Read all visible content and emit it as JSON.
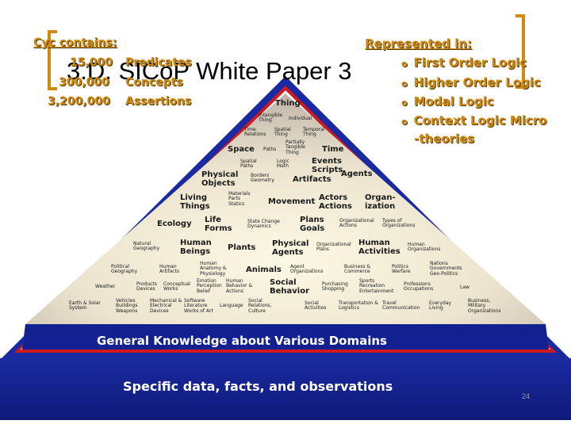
{
  "slide": {
    "title": "3.D. SICoP White Paper 3",
    "page_number": "24"
  },
  "cyc_contains": {
    "heading": "Cyc contains:",
    "rows": [
      {
        "number": "15,000",
        "label": "Predicates"
      },
      {
        "number": "300,000",
        "label": "Concepts"
      },
      {
        "number": "3,200,000",
        "label": "Assertions"
      }
    ]
  },
  "represented_in": {
    "heading": "Represented in:",
    "items": [
      {
        "line1": "First Order Logic",
        "line2": ""
      },
      {
        "line1": "Higher Order Logic",
        "line2": ""
      },
      {
        "line1": "Modal Logic",
        "line2": ""
      },
      {
        "line1": "Context Logic Micro",
        "line2": "-theories"
      }
    ]
  },
  "bands": {
    "general": "General Knowledge about Various Domains",
    "specific": "Specific data, facts, and observations"
  },
  "nodes": {
    "thing": "Thing",
    "intangible_thing": "Intangible Thing",
    "individual": "Individual",
    "time_relations": "Time Relations",
    "spatial_thing": "Spatial Thing",
    "temporal_thing": "Temporal Thing",
    "space": "Space",
    "paths": "Paths",
    "partially_tangible_thing": "Partially Tangible Thing",
    "time": "Time",
    "spatial_paths": "Spatial Paths",
    "logic_math": "Logic Math",
    "events_scripts": "Events Scripts",
    "physical_objects": "Physical Objects",
    "borders_geometry": "Borders Geometry",
    "artifacts": "Artifacts",
    "agents": "Agents",
    "living_things": "Living Things",
    "materials_parts_statics": "Materials Parts Statics",
    "movement": "Movement",
    "actors_actions": "Actors Actions",
    "organization": "Organ- ization",
    "ecology": "Ecology",
    "life_forms": "Life Forms",
    "state_change_dynamics": "State Change Dynamics",
    "plans_goals": "Plans Goals",
    "organizational_actions": "Organizational Actions",
    "types_of_organizations": "Types of Organizations",
    "natural_geography": "Natural Geography",
    "human_beings": "Human Beings",
    "plants": "Plants",
    "physical_agents": "Physical Agents",
    "organizational_plans": "Organizational Plans",
    "human_activities": "Human Activities",
    "human_organizations": "Human Organizations",
    "political_geography": "Political Geography",
    "human_artifacts": "Human Artifacts",
    "human_anatomy": "Human Anatomy & Physiology",
    "animals": "Animals",
    "agent_organizations": "Agent Organizations",
    "business_commerce": "Business & Commerce",
    "politics_warfare": "Politics Warfare",
    "nations_governments": "Nations Governments Geo-Politics",
    "weather": "Weather",
    "products_devices": "Products Devices",
    "conceptual_works": "Conceptual Works",
    "emotion_perception_belief": "Emotion Perception Belief",
    "human_behavior_actions": "Human Behavior & Actions",
    "social_behavior": "Social Behavior",
    "purchasing_shopping": "Purchasing Shopping",
    "sports_recreation": "Sports Recreation Entertainment",
    "professions_occupations": "Professions Occupations",
    "law": "Law",
    "earth_solar": "Earth & Solar System",
    "vehicles_buildings_weapons": "Vehicles Buildings Weapons",
    "mechanical_devices": "Mechanical & Electrical Devices",
    "software_literature": "Software Literature Works of Art",
    "language": "Language",
    "social_relations_culture": "Social Relations, Culture",
    "social_activities": "Social Activities",
    "transportation_logistics": "Transportation & Logistics",
    "travel_communication": "Travel Communication",
    "everyday_living": "Everyday Living",
    "business_military_orgs": "Business, Military Organizations"
  },
  "colors": {
    "pyramid_center": "#fbf6e3",
    "pyramid_edge": "#c0b6a8",
    "red_border": "#d0191e",
    "blue_band": "#132190",
    "bracket": "#d08a10",
    "heading_text": "#d08a10"
  }
}
